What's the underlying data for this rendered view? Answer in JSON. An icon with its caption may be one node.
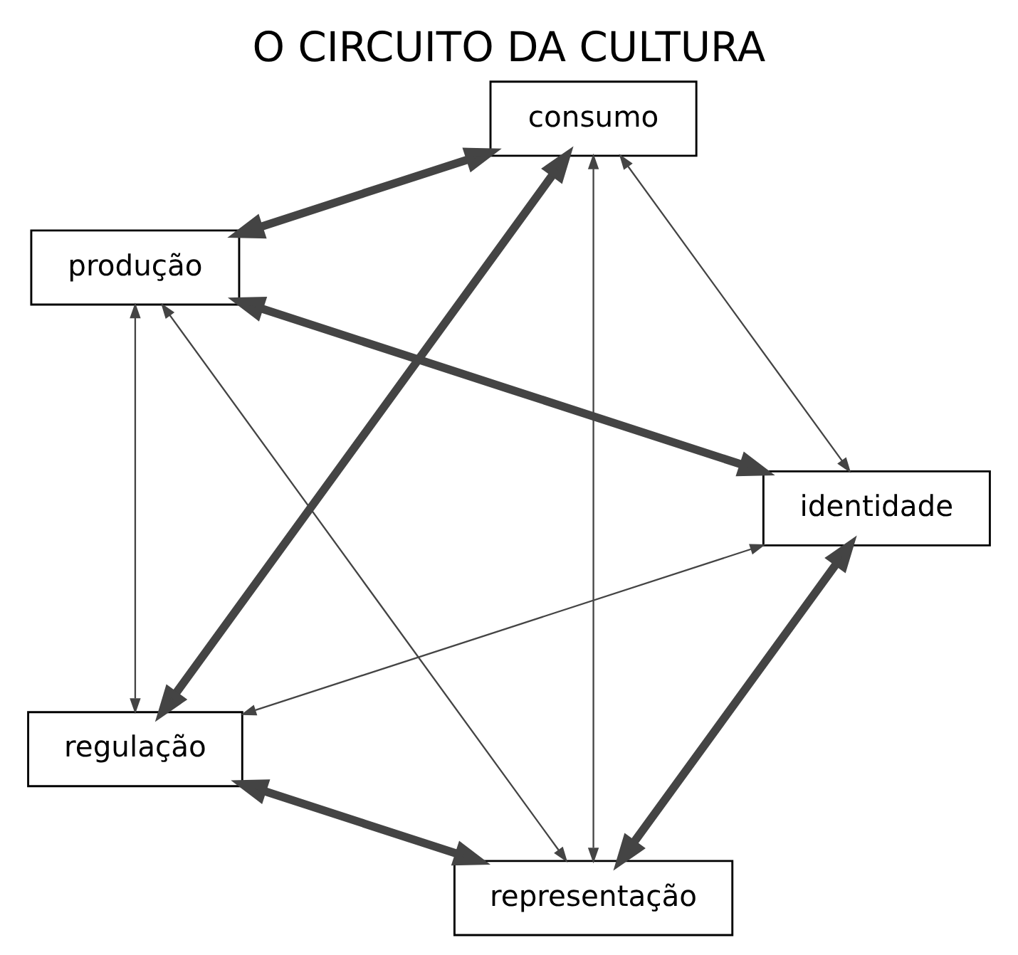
{
  "diagram": {
    "title": "O CIRCUITO DA CULTURA",
    "nodes": [
      {
        "text": [
          "representação"
        ]
      },
      {
        "text": [
          "identidade"
        ]
      },
      {
        "text": [
          "produção"
        ]
      },
      {
        "text": [
          "consumo"
        ]
      },
      {
        "text": [
          "regulação"
        ]
      }
    ],
    "edges": [
      {
        "from": 0,
        "to": 1,
        "arrow": "both",
        "style": "thick"
      },
      {
        "from": 1,
        "to": 2,
        "arrow": "both",
        "style": "thick"
      },
      {
        "from": 2,
        "to": 3,
        "arrow": "both",
        "style": "thick"
      },
      {
        "from": 3,
        "to": 4,
        "arrow": "both",
        "style": "thick"
      },
      {
        "from": 4,
        "to": 0,
        "arrow": "both",
        "style": "thick"
      },
      {
        "from": 0,
        "to": 3,
        "arrow": "both"
      },
      {
        "from": 0,
        "to": 2,
        "arrow": "both"
      },
      {
        "from": 4,
        "to": 1,
        "arrow": "both"
      },
      {
        "from": 4,
        "to": 2,
        "arrow": "both"
      },
      {
        "from": 1,
        "to": 3,
        "arrow": "both"
      }
    ]
  }
}
